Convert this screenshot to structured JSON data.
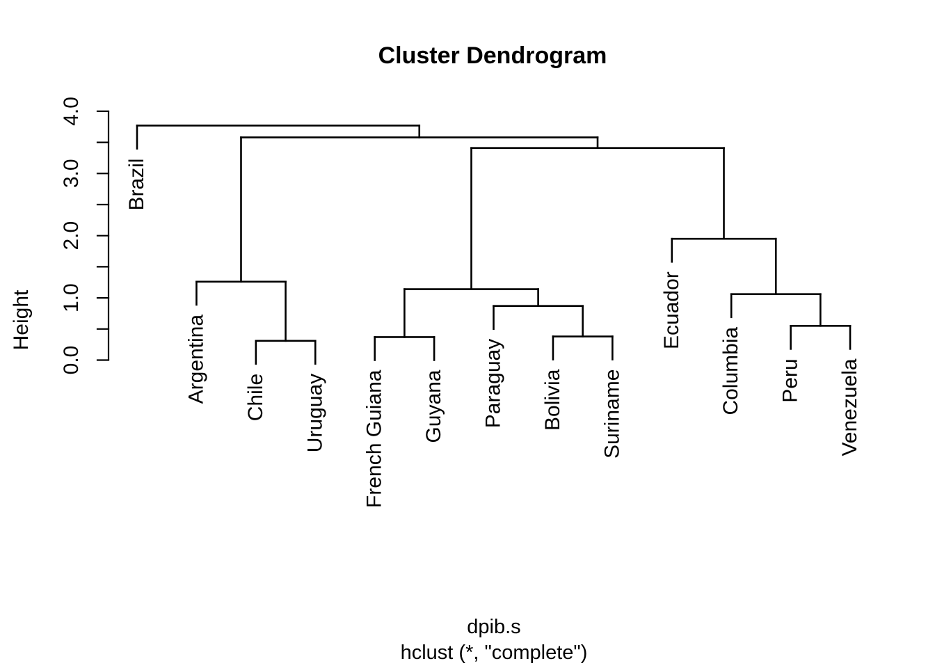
{
  "title": "Cluster Dendrogram",
  "caption": {
    "data_label": "dpib.s",
    "method_label": "hclust (*, \"complete\")"
  },
  "y_axis": {
    "label": "Height",
    "tick_labels": [
      "0.0",
      "1.0",
      "2.0",
      "3.0",
      "4.0"
    ],
    "tick_values": [
      0,
      1,
      2,
      3,
      4
    ],
    "minor_tick_step": 0.5,
    "range": [
      0,
      4
    ]
  },
  "colors": {
    "line": "#000000",
    "text": "#000000",
    "background": "#ffffff"
  },
  "chart_data": {
    "type": "dendrogram",
    "title": "Cluster Dendrogram",
    "ylabel": "Height",
    "xlabel": "dpib.s",
    "sub": "hclust (*, \"complete\")",
    "ylim": [
      0,
      4
    ],
    "grid": false,
    "linkage": "complete",
    "hang": 0.37,
    "leaf_order": [
      "Brazil",
      "Argentina",
      "Chile",
      "Uruguay",
      "French Guiana",
      "Guyana",
      "Paraguay",
      "Bolivia",
      "Suriname",
      "Ecuador",
      "Columbia",
      "Peru",
      "Venezuela"
    ],
    "tree": {
      "h": 3.77,
      "c": [
        {
          "leaf": "Brazil"
        },
        {
          "h": 3.58,
          "c": [
            {
              "h": 1.26,
              "c": [
                {
                  "leaf": "Argentina"
                },
                {
                  "h": 0.31,
                  "c": [
                    {
                      "leaf": "Chile"
                    },
                    {
                      "leaf": "Uruguay"
                    }
                  ]
                }
              ]
            },
            {
              "h": 3.41,
              "c": [
                {
                  "h": 1.14,
                  "c": [
                    {
                      "h": 0.37,
                      "c": [
                        {
                          "leaf": "French Guiana"
                        },
                        {
                          "leaf": "Guyana"
                        }
                      ]
                    },
                    {
                      "h": 0.87,
                      "c": [
                        {
                          "leaf": "Paraguay"
                        },
                        {
                          "h": 0.38,
                          "c": [
                            {
                              "leaf": "Bolivia"
                            },
                            {
                              "leaf": "Suriname"
                            }
                          ]
                        }
                      ]
                    }
                  ]
                },
                {
                  "h": 1.95,
                  "c": [
                    {
                      "leaf": "Ecuador"
                    },
                    {
                      "h": 1.06,
                      "c": [
                        {
                          "leaf": "Columbia"
                        },
                        {
                          "h": 0.55,
                          "c": [
                            {
                              "leaf": "Peru"
                            },
                            {
                              "leaf": "Venezuela"
                            }
                          ]
                        }
                      ]
                    }
                  ]
                }
              ]
            }
          ]
        }
      ]
    }
  }
}
